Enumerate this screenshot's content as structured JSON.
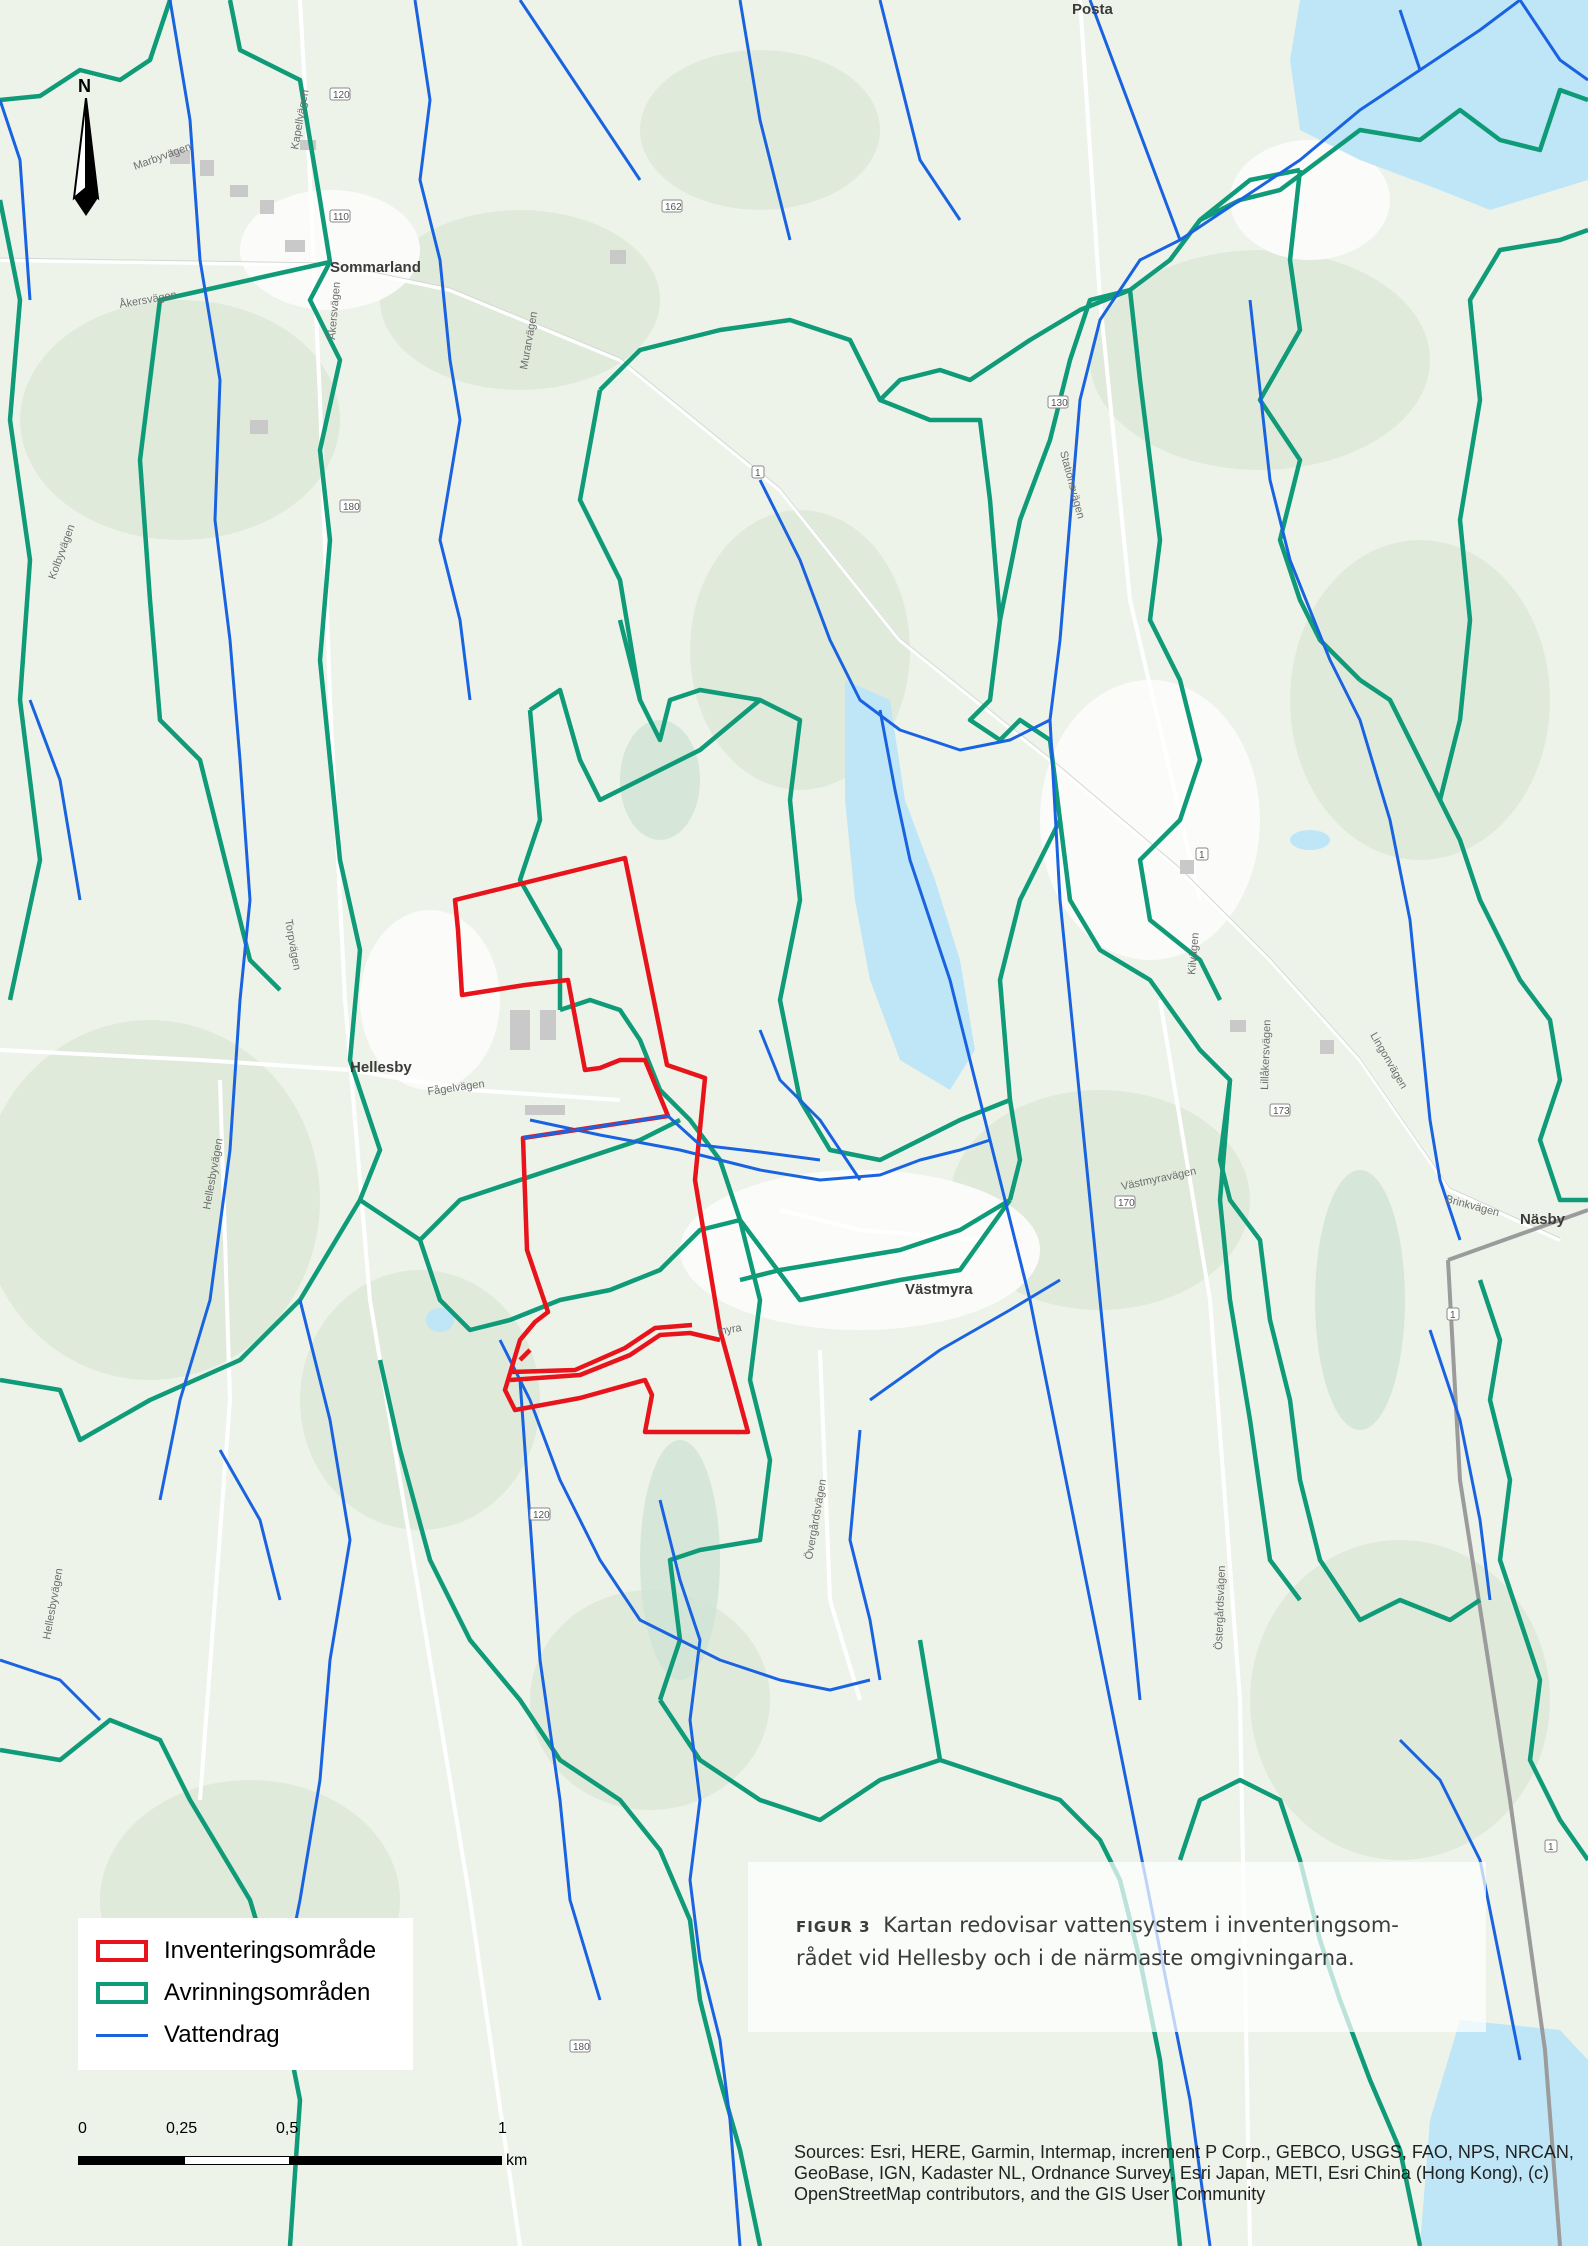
{
  "caption": {
    "figure_label": "FIGUR 3",
    "text": "Kartan redovisar vattensystem i inventeringsom-rådet vid Hellesby och i de närmaste omgivningarna."
  },
  "legend": {
    "items": [
      {
        "label": "Inventeringsområde",
        "color": "#e8141b"
      },
      {
        "label": "Avrinningsområden",
        "color": "#0f9a78"
      },
      {
        "label": "Vattendrag",
        "color": "#1a63e0"
      }
    ]
  },
  "scale": {
    "ticks": [
      "0",
      "0,25",
      "0,5",
      "1"
    ],
    "unit": "km"
  },
  "north_arrow": {
    "label": "N",
    "icon": "north-arrow-icon"
  },
  "sources": "Sources: Esri, HERE, Garmin, Intermap, increment P Corp., GEBCO, USGS, FAO, NPS, NRCAN, GeoBase, IGN, Kadaster NL, Ordnance Survey, Esri Japan, METI, Esri China (Hong Kong), (c) OpenStreetMap contributors, and the GIS User Community",
  "places": {
    "posta": "Posta",
    "sommarland": "Sommarland",
    "hellesby": "Hellesby",
    "vastmyra": "Västmyra",
    "nasby": "Näsby"
  },
  "roads": {
    "marbyvagen": "Marbyvägen",
    "akersvagen": "Åkersvägen",
    "kapellvagen": "Kapellvägen",
    "akersvagen2": "Åkersvägen",
    "murarvagen": "Murarvägen",
    "kolbyvagen": "Kolbyvägen",
    "torpvagen": "Torpvägen",
    "fagelvagen": "Fågelvägen",
    "hellesbyvagen": "Hellesbyvägen",
    "hellesbyvagen2": "Hellesbyvägen",
    "overgardsvagen": "Övergårdsvägen",
    "ostergardsvagen": "Östergårdsvägen",
    "vastmyravagen": "Västmyravägen",
    "kilvagen": "Kilvägen",
    "lillakersvagen": "Lillåkersvägen",
    "lingonvagen": "Lingonvägen",
    "brinkvagen": "Brinkvägen",
    "stationsvagen": "Stationsvägen",
    "myra": "myra"
  },
  "shields": [
    "120",
    "110",
    "162",
    "180",
    "1",
    "130",
    "173",
    "170",
    "1",
    "1",
    "120",
    "180",
    "1"
  ],
  "colors": {
    "inventory": "#e8141b",
    "catchment": "#0f9a78",
    "stream": "#1a63e0",
    "water": "#bfe6f7"
  }
}
